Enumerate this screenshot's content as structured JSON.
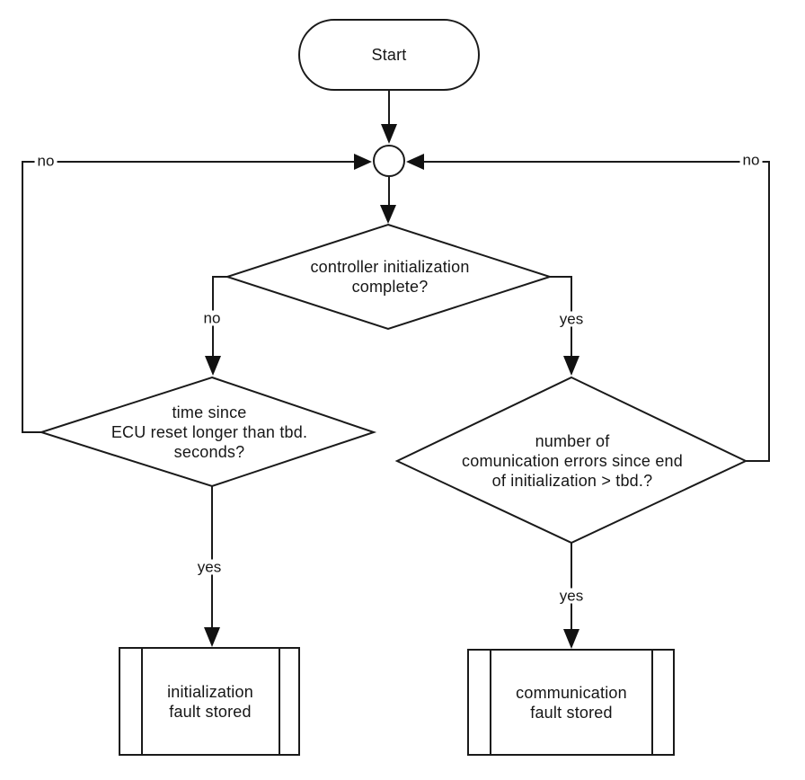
{
  "diagram": {
    "type": "flowchart",
    "colors": {
      "background": "#ffffff",
      "line": "#1a1a1a",
      "text": "#161616"
    },
    "nodes": {
      "start": {
        "shape": "terminator",
        "label": "Start"
      },
      "junction": {
        "shape": "connector-circle",
        "label": ""
      },
      "decision_init": {
        "shape": "decision",
        "label": "controller initialization\ncomplete?"
      },
      "decision_time": {
        "shape": "decision",
        "label": "time since\nECU reset longer than tbd.\nseconds?"
      },
      "decision_comm": {
        "shape": "decision",
        "label": "number of\ncomunication errors since end\nof initialization > tbd.?"
      },
      "process_init_fault": {
        "shape": "predefined-process",
        "label": "initialization\nfault stored"
      },
      "process_comm_fault": {
        "shape": "predefined-process",
        "label": "communication\nfault stored"
      }
    },
    "edge_labels": {
      "loop_left_no": "no",
      "loop_right_no": "no",
      "decision_init_no": "no",
      "decision_init_yes": "yes",
      "decision_time_yes": "yes",
      "decision_comm_yes": "yes"
    }
  }
}
